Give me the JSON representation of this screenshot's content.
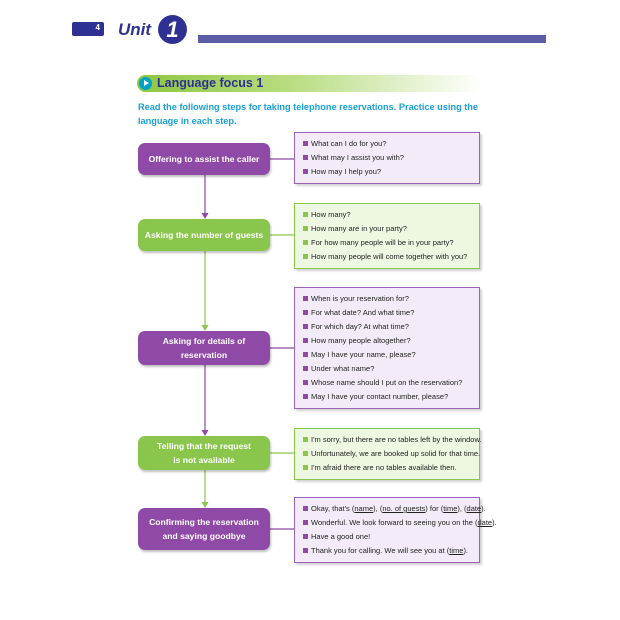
{
  "header": {
    "page_number": "4",
    "unit_label": "Unit",
    "unit_number": "1"
  },
  "section": {
    "title": "Language focus 1",
    "instructions": "Read the following steps for taking telephone reservations. Practice using the language in each step."
  },
  "steps": [
    {
      "label_lines": [
        "Offering to assist the caller"
      ],
      "color": "purple",
      "phrases": [
        [
          "What can I do for you?"
        ],
        [
          "What may I assist you with?"
        ],
        [
          "How may I help you?"
        ]
      ]
    },
    {
      "label_lines": [
        "Asking the number of guests"
      ],
      "color": "green",
      "phrases": [
        [
          "How many?"
        ],
        [
          "How many are in your party?"
        ],
        [
          "For how many people will be in your party?"
        ],
        [
          "How many people will come together with you?"
        ]
      ]
    },
    {
      "label_lines": [
        "Asking for details of",
        "reservation"
      ],
      "color": "purple",
      "phrases": [
        [
          "When is your reservation for?"
        ],
        [
          "For what date? And what time?"
        ],
        [
          "For which day? At what time?"
        ],
        [
          "How many people altogether?"
        ],
        [
          "May I have your name, please?"
        ],
        [
          "Under what name?"
        ],
        [
          "Whose name should I put on the reservation?"
        ],
        [
          "May I have your contact number, please?"
        ]
      ]
    },
    {
      "label_lines": [
        "Telling that the request",
        "is not available"
      ],
      "color": "green",
      "phrases": [
        [
          "I'm sorry, but there are no tables left by the window."
        ],
        [
          "Unfortunately, we are booked up solid for that time."
        ],
        [
          "I'm afraid there are no tables available then."
        ]
      ]
    },
    {
      "label_lines": [
        "Confirming the reservation",
        "and saying goodbye"
      ],
      "color": "purple",
      "phrases": [
        [
          "Okay, that's (",
          "name",
          "), (",
          "no. of guests",
          ") for (",
          "time",
          "), (",
          "date",
          ")."
        ],
        [
          "Wonderful.  We look forward to seeing you on the (",
          "date",
          ")."
        ],
        [
          "Have a good one!"
        ],
        [
          "Thank you for calling.  We will see you at (",
          "time",
          ")."
        ]
      ]
    }
  ],
  "colors": {
    "purple": "#8e4aa6",
    "green": "#8ac64b",
    "navy": "#2e3192",
    "cyan": "#1aa0d4"
  }
}
